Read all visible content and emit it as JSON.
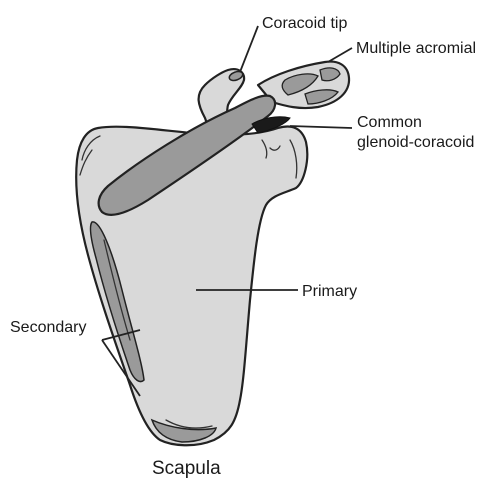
{
  "diagram": {
    "caption": "Scapula",
    "labels": {
      "coracoid_tip": "Coracoid tip",
      "multiple_acromial": "Multiple acromial",
      "common_line1": "Common",
      "common_line2": "glenoid-coracoid",
      "primary": "Primary",
      "secondary": "Secondary"
    },
    "colors": {
      "bone_fill": "#d9d9d9",
      "ossification_center": "#9a9a9a",
      "dark_center": "#1a1a1a",
      "outline": "#222222"
    }
  }
}
